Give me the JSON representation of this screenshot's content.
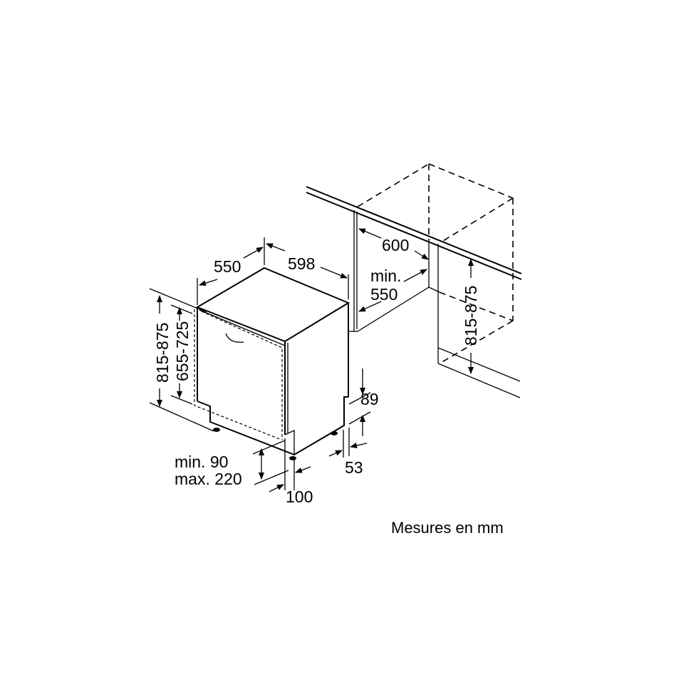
{
  "diagram": {
    "labels": {
      "depth": "550",
      "width": "598",
      "niche_width": "600",
      "niche_depth_min": "min.",
      "niche_depth_val": "550",
      "niche_height": "815-875",
      "height": "815-875",
      "door_height": "655-725",
      "dim_89": "89",
      "dim_53": "53",
      "plinth_min": "min. 90",
      "plinth_max": "max. 220",
      "dim_100": "100"
    },
    "units_note": "Mesures en mm"
  }
}
